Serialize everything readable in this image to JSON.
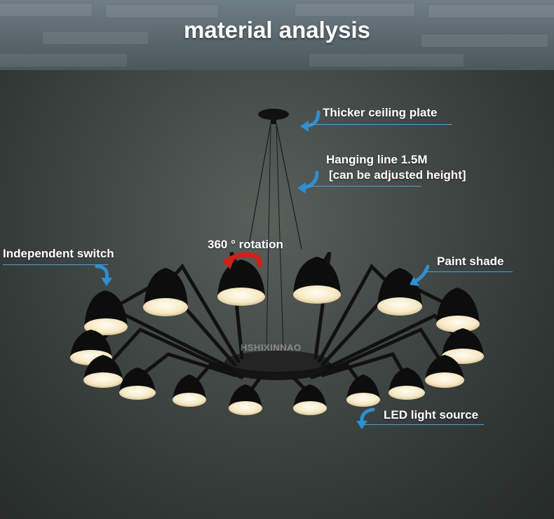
{
  "banner": {
    "title": "material analysis"
  },
  "labels": {
    "ceiling_plate": "Thicker ceiling plate",
    "hanging_line_1": "Hanging line 1.5M",
    "hanging_line_2": "[can be adjusted height]",
    "independent_switch": "Independent switch",
    "rotation": "360 ° rotation",
    "paint_shade": "Paint shade",
    "led_source": "LED light source"
  },
  "watermark": "HSHIXINNAO",
  "colors": {
    "arrow": "#2e8fd1",
    "rotation_arrow": "#d0201c",
    "text": "#ffffff"
  }
}
